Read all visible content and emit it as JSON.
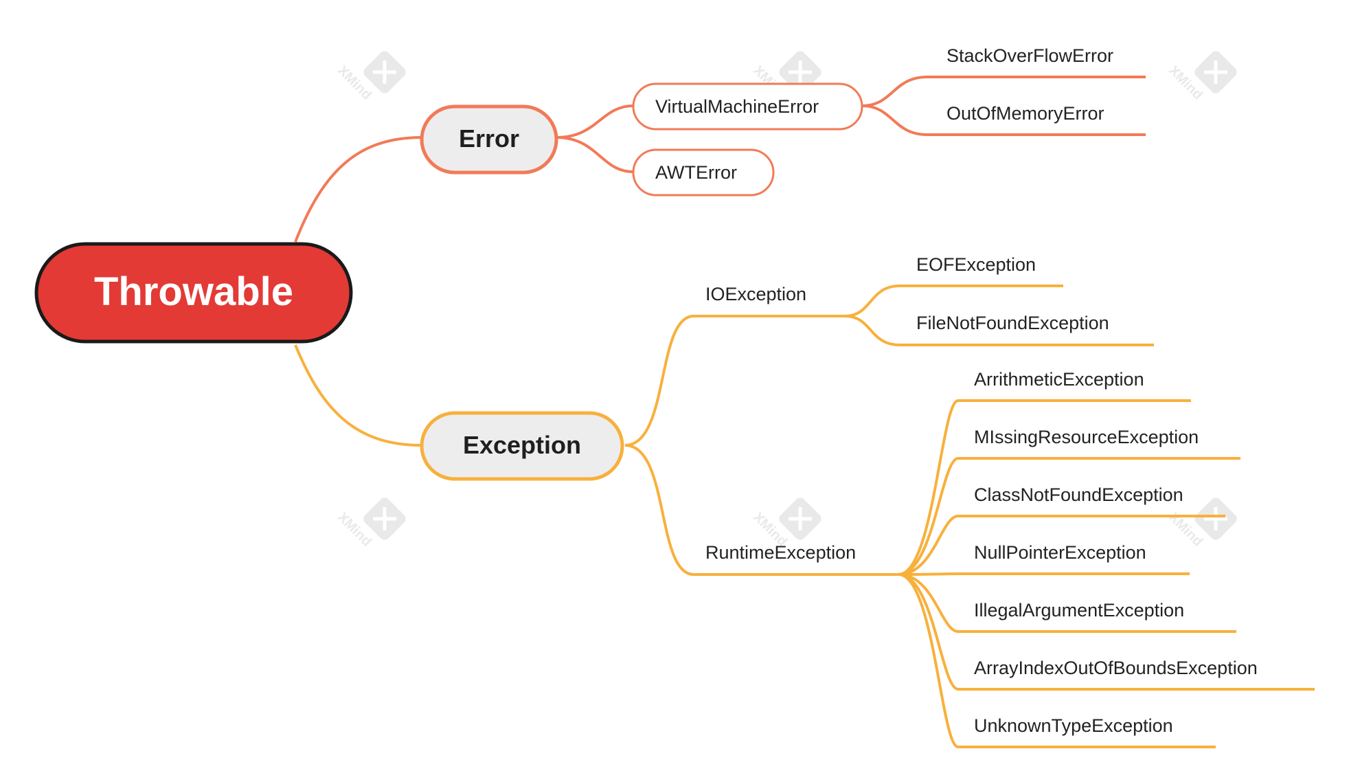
{
  "colors": {
    "error_branch": "#F27A57",
    "exception_branch": "#F8B03C",
    "root_fill": "#E33A36",
    "root_stroke": "#1A1A1A",
    "main_fill": "#EDEDED",
    "text": "#222222",
    "watermark": "#D8D8D8"
  },
  "root": {
    "label": "Throwable"
  },
  "error": {
    "label": "Error",
    "vm_error": "VirtualMachineError",
    "awt_error": "AWTError",
    "vm_children": [
      "StackOverFlowError",
      "OutOfMemoryError"
    ]
  },
  "exception": {
    "label": "Exception",
    "io": {
      "label": "IOException",
      "children": [
        "EOFException",
        "FileNotFoundException"
      ]
    },
    "runtime": {
      "label": "RuntimeException",
      "children": [
        "ArrithmeticException",
        "MIssingResourceException",
        "ClassNotFoundException",
        "NullPointerException",
        "IllegalArgumentException",
        "ArrayIndexOutOfBoundsException",
        "UnknownTypeException"
      ]
    }
  },
  "watermark": {
    "brand": "XMind",
    "icon": "xmind-logo-icon"
  }
}
